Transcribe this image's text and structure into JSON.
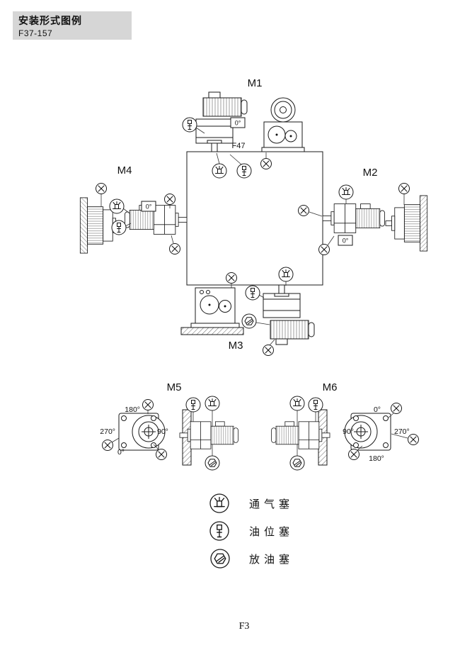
{
  "header": {
    "title": "安装形式图例",
    "subtitle": "F37-157"
  },
  "square_label": "F47",
  "mounts": {
    "m1": "M1",
    "m2": "M2",
    "m3": "M3",
    "m4": "M4",
    "m5": "M5",
    "m6": "M6"
  },
  "angles": {
    "a0": "0°",
    "a90": "90°",
    "a180": "180°",
    "a270": "270°"
  },
  "legend": {
    "items": [
      {
        "icon": "breather-plug-icon",
        "label": "通气塞"
      },
      {
        "icon": "oil-level-plug-icon",
        "label": "油位塞"
      },
      {
        "icon": "drain-plug-icon",
        "label": "放油塞"
      }
    ]
  },
  "page_number": "F3"
}
